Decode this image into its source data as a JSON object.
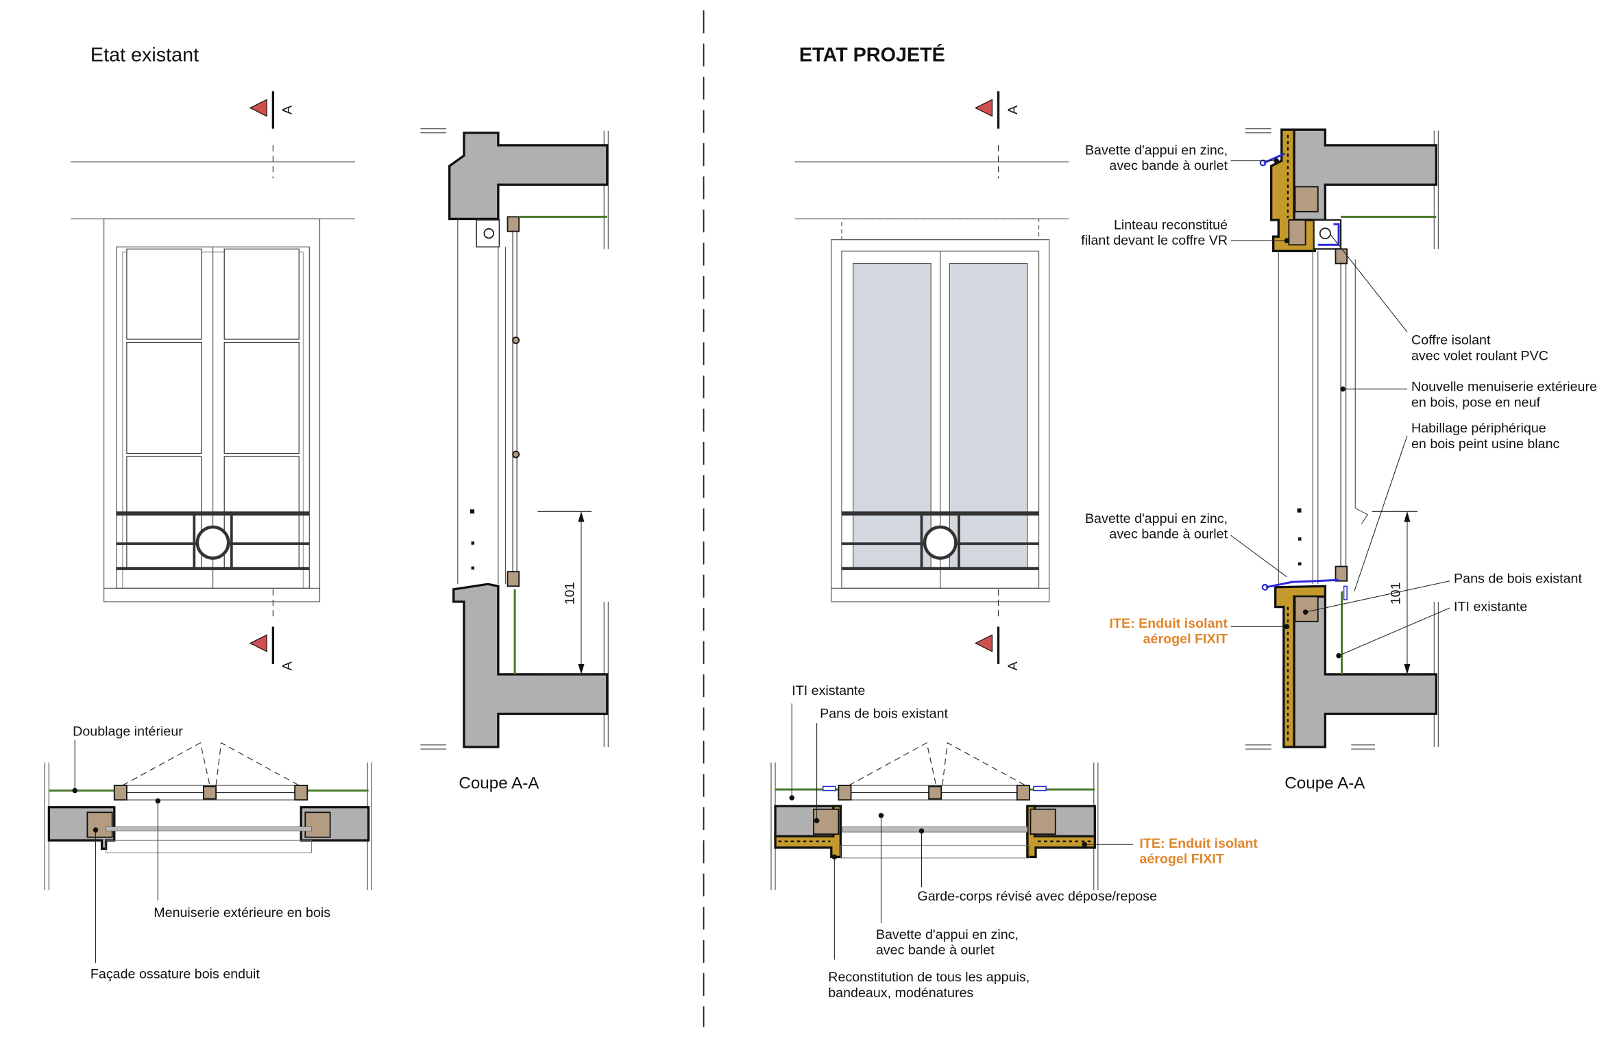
{
  "left": {
    "title": "Etat existant",
    "section_caption": "Coupe A-A",
    "section_marker": "A",
    "dimension": "101",
    "labels": {
      "doublage": "Doublage intérieur",
      "menuiserie": "Menuiserie extérieure en bois",
      "facade": "Façade ossature bois enduit"
    }
  },
  "right": {
    "title": "ETAT PROJETÉ",
    "section_caption": "Coupe A-A",
    "section_marker": "A",
    "dimension": "101",
    "labels": {
      "bavette_top_1": "Bavette d'appui en zinc,",
      "bavette_top_2": "avec bande à ourlet",
      "linteau_1": "Linteau reconstitué",
      "linteau_2": "filant devant le coffre VR",
      "coffre_1": "Coffre isolant",
      "coffre_2": "avec volet roulant PVC",
      "menuiserie_1": "Nouvelle menuiserie extérieure",
      "menuiserie_2": "en bois, pose en neuf",
      "habillage_1": "Habillage périphérique",
      "habillage_2": "en bois peint usine blanc",
      "bavette_bot_1": "Bavette d'appui en zinc,",
      "bavette_bot_2": "avec bande à ourlet",
      "pans_bois": "Pans de bois existant",
      "iti": "ITI existante",
      "ite_1": "ITE: Enduit isolant",
      "ite_2": "aérogel FIXIT",
      "plan_iti": "ITI existante",
      "plan_pans_bois": "Pans de bois existant",
      "plan_ite_1": "ITE: Enduit isolant",
      "plan_ite_2": "aérogel FIXIT",
      "garde_corps": "Garde-corps révisé avec dépose/repose",
      "plan_bavette_1": "Bavette d'appui en zinc,",
      "plan_bavette_2": "avec bande à ourlet",
      "reconstitution_1": "Reconstitution de tous les appuis,",
      "reconstitution_2": "bandeaux, modénatures"
    }
  },
  "colors": {
    "wall": "#b0b0b0",
    "wood": "#b39c82",
    "insulation": "#c49a2c",
    "iti": "#4a7a2a",
    "zinc": "#2a2ad8",
    "highlight_text": "#e0862c",
    "marker": "#d05050"
  }
}
